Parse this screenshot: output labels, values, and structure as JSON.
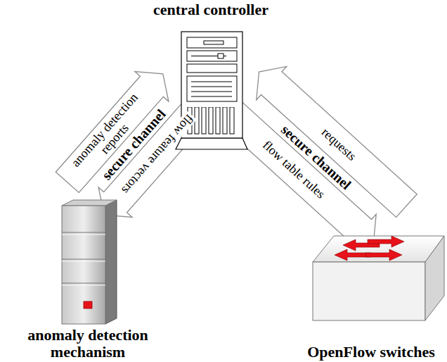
{
  "diagram": {
    "nodes": [
      {
        "text": [
          "central controller"
        ]
      },
      {
        "text": [
          "anomaly detection mechanism"
        ]
      },
      {
        "text": [
          "OpenFlow switches"
        ]
      }
    ],
    "edges": [
      {
        "from": 0,
        "to": 1,
        "label": "flow feature vectors",
        "arrow": "to"
      },
      {
        "from": 1,
        "to": 0,
        "label": "anomaly detection reports",
        "arrow": "to"
      },
      {
        "from": 0,
        "to": 2,
        "label": "flow table rules",
        "arrow": "to"
      },
      {
        "from": 2,
        "to": 0,
        "label": "requests",
        "arrow": "to"
      }
    ],
    "labels": [
      "secure channel",
      "secure channel"
    ]
  }
}
